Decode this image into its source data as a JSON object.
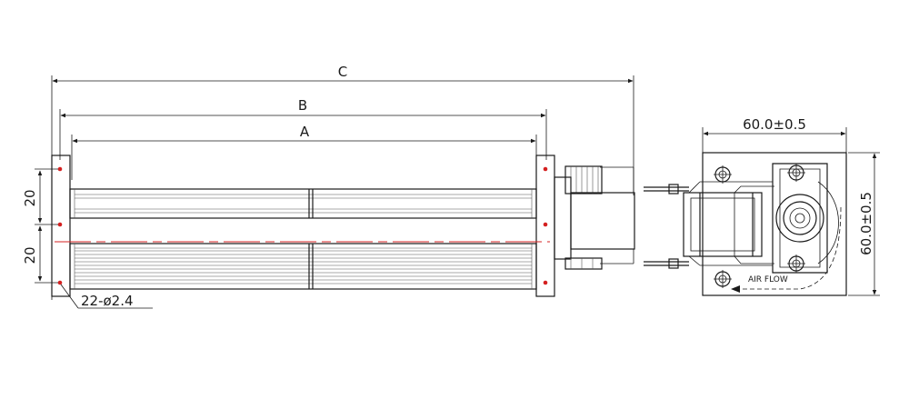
{
  "dimensions": {
    "overall_length": "C",
    "mounting_length": "B",
    "impeller_length": "A",
    "hole_spacing_upper": "20",
    "hole_spacing_lower": "20",
    "holes_note": "22-ø2.4",
    "width": "60.0±0.5",
    "height": "60.0±0.5"
  },
  "labels": {
    "air_flow": "AIR FLOW"
  },
  "colors": {
    "lines": "#1a1a1a",
    "centerline": "#d42020",
    "hole_marker": "#d42020"
  }
}
